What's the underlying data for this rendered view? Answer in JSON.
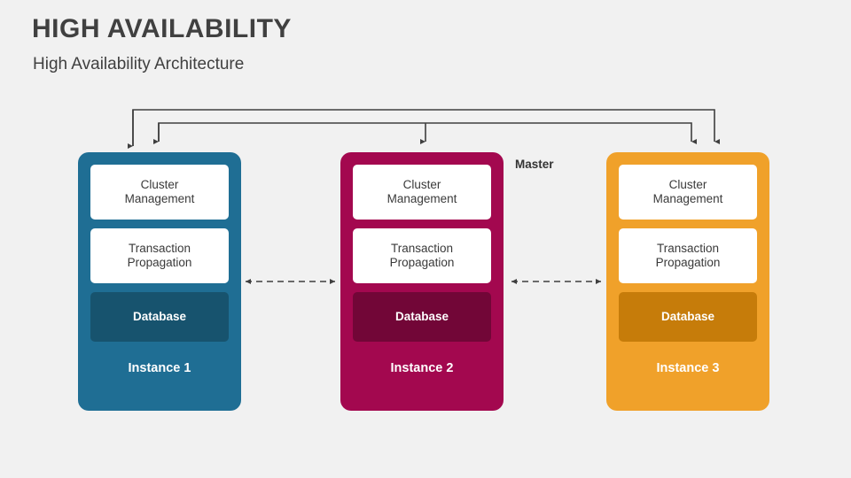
{
  "slide": {
    "title": "HIGH AVAILABILITY",
    "subtitle": "High Availability Architecture",
    "background_color": "#f1f1f1"
  },
  "diagram": {
    "master_label": "Master",
    "instances": [
      {
        "id": "instance-1",
        "label": "Instance 1",
        "color": "#1f6e94",
        "database_color": "#17536e",
        "cards": [
          {
            "name": "cluster-management",
            "line1": "Cluster",
            "line2": "Management"
          },
          {
            "name": "transaction-propagation",
            "line1": "Transaction",
            "line2": "Propagation"
          },
          {
            "name": "database",
            "line1": "Database",
            "line2": ""
          }
        ]
      },
      {
        "id": "instance-2",
        "label": "Instance 2",
        "color": "#a3084f",
        "database_color": "#720637",
        "cards": [
          {
            "name": "cluster-management",
            "line1": "Cluster",
            "line2": "Management"
          },
          {
            "name": "transaction-propagation",
            "line1": "Transaction",
            "line2": "Propagation"
          },
          {
            "name": "database",
            "line1": "Database",
            "line2": ""
          }
        ]
      },
      {
        "id": "instance-3",
        "label": "Instance 3",
        "color": "#f0a12a",
        "database_color": "#c67c0a",
        "cards": [
          {
            "name": "cluster-management",
            "line1": "Cluster",
            "line2": "Management"
          },
          {
            "name": "transaction-propagation",
            "line1": "Transaction",
            "line2": "Propagation"
          },
          {
            "name": "database",
            "line1": "Database",
            "line2": ""
          }
        ]
      }
    ],
    "connectors": {
      "bus_color": "#3f3f3f",
      "dashed_color": "#3f3f3f",
      "top_bus_targets": [
        "instance-1",
        "instance-2",
        "instance-3"
      ],
      "dashed_links": [
        "instance-1 <-> instance-2",
        "instance-2 <-> instance-3"
      ]
    }
  }
}
